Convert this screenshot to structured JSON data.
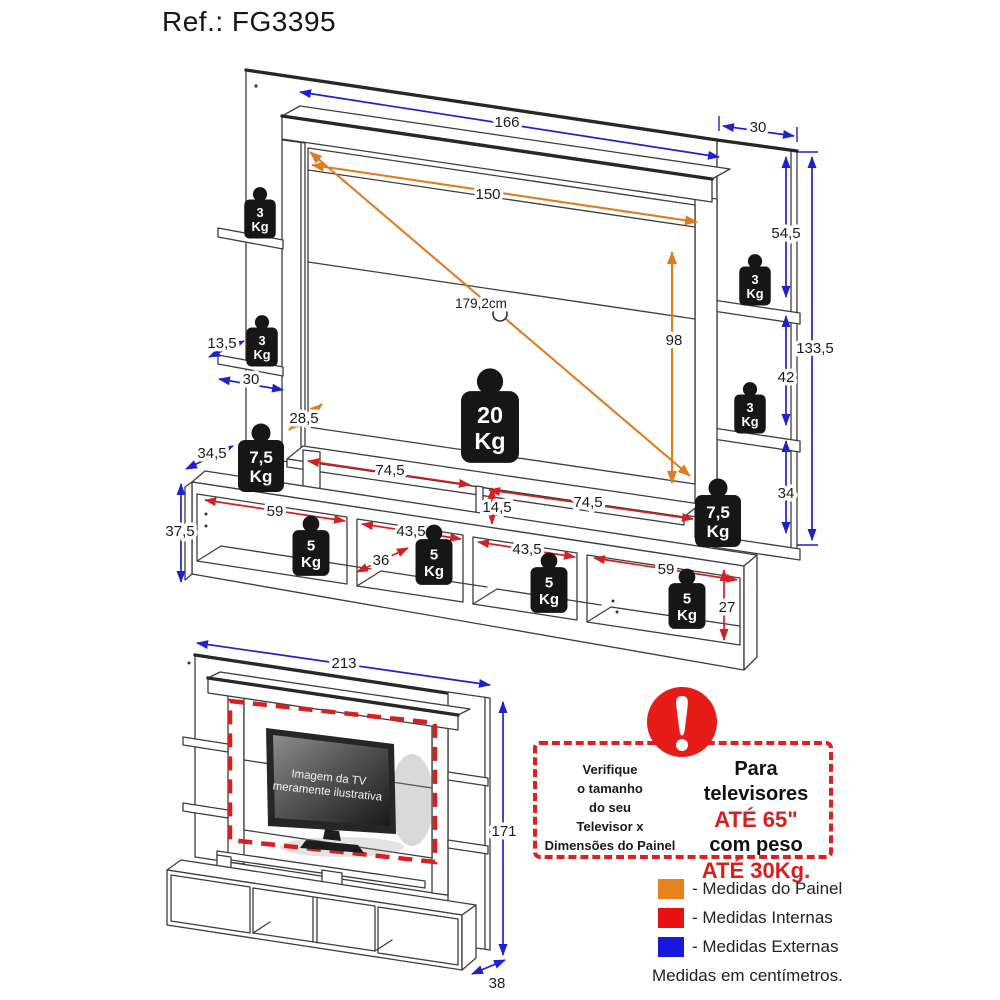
{
  "title": "Ref.: FG3395",
  "colors": {
    "panel_measure": "#E8821E",
    "internal_measure": "#E81010",
    "external_measure": "#1818DC"
  },
  "main_view": {
    "external": {
      "top_width": "166",
      "side_depth": "30",
      "top_shelf_gap": "54,5",
      "side_height": "133,5",
      "mid_shelf_gap": "42",
      "bottom_shelf_gap": "34",
      "left_shelf_depth": "13,5",
      "left_shelf_width": "30",
      "base_depth": "34,5",
      "base_height": "37,5"
    },
    "panel": {
      "inner_width": "150",
      "tv_diagonal": "179,2cm",
      "inner_height": "98",
      "bottom_gap": "28,5"
    },
    "internal": {
      "top_shelf_left": "74,5",
      "top_shelf_gap": "14,5",
      "top_shelf_right": "74,5",
      "comp1_width": "59",
      "comp2_width": "43,5",
      "comp_depth": "36",
      "comp3_width": "43,5",
      "comp4_width": "59",
      "comp_height": "27"
    }
  },
  "overall_view": {
    "width": "213",
    "height": "171",
    "depth": "38",
    "tv_caption_line1": "Imagem da TV",
    "tv_caption_line2": "meramente ilustrativa"
  },
  "weights": {
    "shelf_small": "3",
    "cabinet": "5",
    "shelf_large": "7,5",
    "panel_center": "20",
    "unit": "Kg"
  },
  "warning": {
    "left_lines": [
      "Verifique",
      "o tamanho",
      "do seu",
      "Televisor x",
      "Dimensões do Painel"
    ],
    "right_lines": [
      {
        "text": "Para televisores",
        "emphasis": false
      },
      {
        "text": "ATÉ 65\"",
        "emphasis": true
      },
      {
        "text": "com peso",
        "emphasis": false
      },
      {
        "text": "ATÉ 30Kg.",
        "emphasis": true
      }
    ]
  },
  "legend": {
    "items": [
      {
        "label": "- Medidas do Painel",
        "color": "#E8821E"
      },
      {
        "label": "- Medidas Internas",
        "color": "#E81010"
      },
      {
        "label": "- Medidas Externas",
        "color": "#1818DC"
      }
    ],
    "note": "Medidas em centímetros."
  }
}
